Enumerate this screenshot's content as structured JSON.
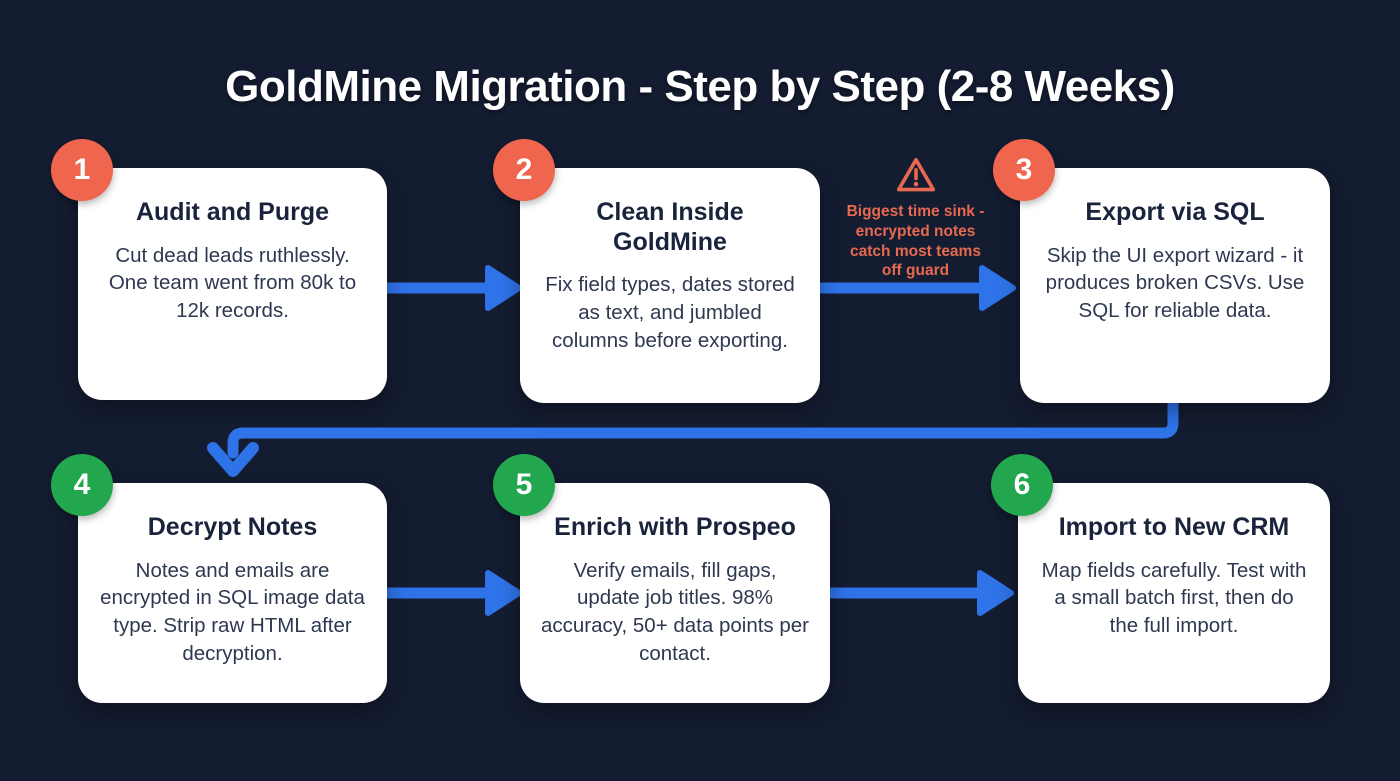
{
  "title": "GoldMine Migration - Step by Step (2-8 Weeks)",
  "colors": {
    "background": "#141c31",
    "card_bg": "#ffffff",
    "badge_orange": "#f0654e",
    "badge_green": "#22a74e",
    "arrow_blue": "#2e73e8",
    "warning": "#e7694f",
    "card_title": "#19233c",
    "card_body": "#2e3850"
  },
  "steps": [
    {
      "number": "1",
      "badge_color": "#f0654e",
      "title": "Audit and Purge",
      "body": "Cut dead leads ruthlessly. One team went from 80k to 12k records."
    },
    {
      "number": "2",
      "badge_color": "#f0654e",
      "title": "Clean Inside GoldMine",
      "body": "Fix field types, dates stored as text, and jumbled columns before exporting."
    },
    {
      "number": "3",
      "badge_color": "#f0654e",
      "title": "Export via SQL",
      "body": "Skip the UI export wizard - it produces broken CSVs. Use SQL for reliable data."
    },
    {
      "number": "4",
      "badge_color": "#22a74e",
      "title": "Decrypt Notes",
      "body": "Notes and emails are encrypted in SQL image data type. Strip raw HTML after decryption."
    },
    {
      "number": "5",
      "badge_color": "#22a74e",
      "title": "Enrich with Prospeo",
      "body": "Verify emails, fill gaps, update job titles. 98% accuracy, 50+ data points per contact."
    },
    {
      "number": "6",
      "badge_color": "#22a74e",
      "title": "Import to New CRM",
      "body": "Map fields carefully. Test with a small batch first, then do the full import."
    }
  ],
  "warning": {
    "icon": "warning-triangle-icon",
    "lines": [
      "Biggest time sink -",
      "encrypted notes",
      "catch most teams",
      "off guard"
    ]
  }
}
